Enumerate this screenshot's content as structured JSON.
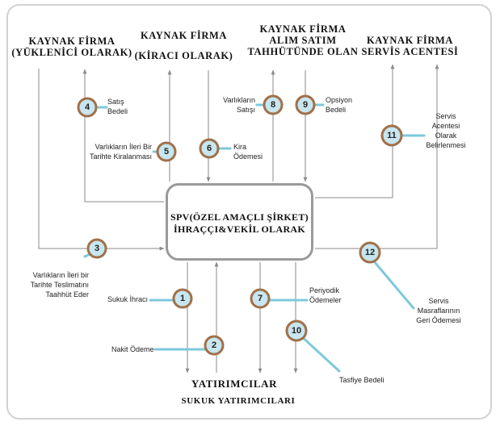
{
  "headers": {
    "kf1_line1": "KAYNAK FİRMA",
    "kf1_line2": "(YÜKLENİCİ OLARAK)",
    "kf2_line1": "KAYNAK FİRMA",
    "kf2_line2": "(KİRACI OLARAK)",
    "kf3_line1": "KAYNAK FİRMA",
    "kf3_line2": "ALIM SATIM",
    "kf3_line3": "TAHHÜTÜNDE OLAN",
    "kf4_line1": "KAYNAK FİRMA",
    "kf4_line2": "SERVİS ACENTESİ"
  },
  "spv": {
    "line1": "SPV(ÖZEL AMAÇLI ŞİRKET)",
    "line2": "İHRAÇÇI&VEKİL OLARAK"
  },
  "investors": {
    "line1": "YATIRIMCILAR",
    "line2": "SUKUK YATIRIMCILARI"
  },
  "steps": {
    "s1": {
      "number": "1",
      "label": "Sukuk İhracı"
    },
    "s2": {
      "number": "2",
      "label": "Nakit Ödeme"
    },
    "s3": {
      "number": "3",
      "label_l1": "Varlıkların İleri bir",
      "label_l2": "Tarihte Teslimatını",
      "label_l3": "Taahhüt Eder"
    },
    "s4": {
      "number": "4",
      "label_l1": "Satış",
      "label_l2": "Bedeli"
    },
    "s5": {
      "number": "5",
      "label_l1": "Varlıkların İleri Bir",
      "label_l2": "Tarihte Kiralanması"
    },
    "s6": {
      "number": "6",
      "label_l1": "Kira",
      "label_l2": "Ödemesi"
    },
    "s7": {
      "number": "7",
      "label_l1": "Periyodik",
      "label_l2": "Ödemeler"
    },
    "s8": {
      "number": "8",
      "label_l1": "Varlıkların",
      "label_l2": "Satışı"
    },
    "s9": {
      "number": "9",
      "label_l1": "Opsiyon",
      "label_l2": "Bedeli"
    },
    "s10": {
      "number": "10",
      "label": "Tasfiye Bedeli"
    },
    "s11": {
      "number": "11",
      "label_l1": "Servis",
      "label_l2": "Acentesi",
      "label_l3": "Olarak",
      "label_l4": "Belirlenmesi"
    },
    "s12": {
      "number": "12",
      "label_l1": "Servis",
      "label_l2": "Masraflarının",
      "label_l3": "Geri Ödemesi"
    }
  },
  "colors": {
    "badge_ring": "#a0704a",
    "badge_fill": "#c8e6ef",
    "pointer": "#7ec8dc",
    "arrow": "#8a8a8a",
    "box_border": "#9a9a9a",
    "frame_border": "#d2d2d2"
  }
}
